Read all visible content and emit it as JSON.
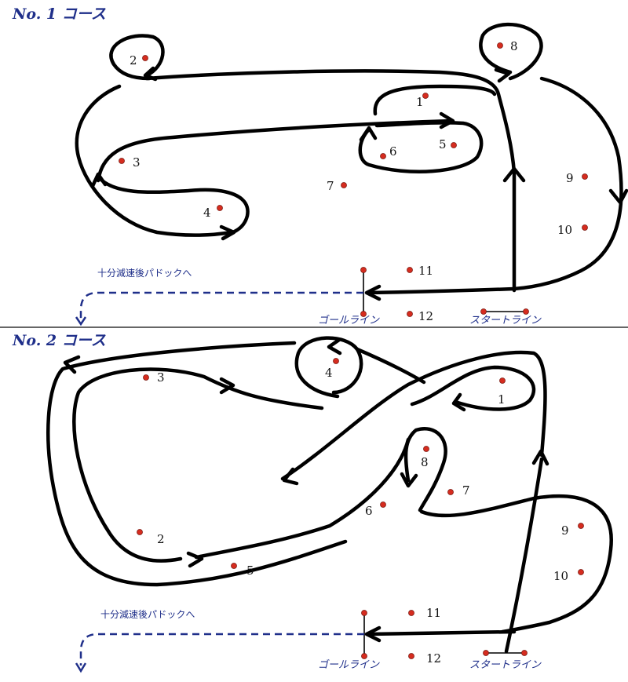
{
  "courses": [
    {
      "title": "No. 1 コース",
      "markers": [
        "1",
        "2",
        "3",
        "4",
        "5",
        "6",
        "7",
        "8",
        "9",
        "10",
        "11",
        "12"
      ],
      "paddock_note": "十分減速後パドックへ",
      "goal_line": "ゴールライン",
      "start_line": "スタートライン"
    },
    {
      "title": "No. 2 コース",
      "markers": [
        "1",
        "2",
        "3",
        "4",
        "5",
        "6",
        "7",
        "8",
        "9",
        "10",
        "11",
        "12"
      ],
      "paddock_note": "十分減速後パドックへ",
      "goal_line": "ゴールライン",
      "start_line": "スタートライン"
    }
  ],
  "colors": {
    "title": "#1f2f8a",
    "cone": "#d62c1f",
    "track": "#000000"
  }
}
